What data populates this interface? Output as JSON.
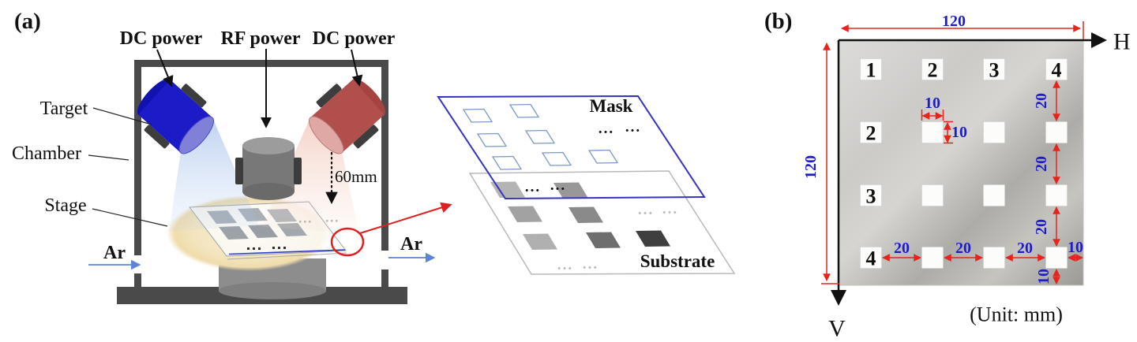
{
  "figure": {
    "panel_a": {
      "label": "(a)",
      "labels": {
        "dc_power_left": "DC power",
        "rf_power": "RF power",
        "dc_power_right": "DC power",
        "target": "Target",
        "chamber": "Chamber",
        "stage": "Stage",
        "ar_left": "Ar",
        "ar_right": "Ar",
        "distance": "60mm"
      },
      "exploded_view": {
        "mask_label": "Mask",
        "substrate_label": "Substrate",
        "ellipsis": "..."
      }
    },
    "panel_b": {
      "label": "(b)",
      "axes": {
        "horizontal": "H",
        "vertical": "V"
      },
      "dimensions": {
        "plate_width": "120",
        "plate_height": "120",
        "square_width": "10",
        "square_height": "10",
        "right_column_gaps": [
          "20",
          "20",
          "20"
        ],
        "bottom_row_gaps": [
          "20",
          "20",
          "20"
        ],
        "right_edge_margin": "10",
        "bottom_edge_margin": "10"
      },
      "position_labels": {
        "top_row": [
          "1",
          "2",
          "3",
          "4"
        ],
        "left_column": [
          "2",
          "3",
          "4"
        ]
      },
      "unit_note": "(Unit: mm)"
    },
    "colors": {
      "chamber_gray": "#4a4a4a",
      "target_blue": "#1b1bc8",
      "target_red": "#b04f4c",
      "stage_cream": "#f3e4bd",
      "dimension_red": "#e8231e",
      "dimension_blue": "#1c1ccc",
      "mask_outline_blue": "#3333bb",
      "ar_arrow_blue": "#5b85d6"
    }
  }
}
